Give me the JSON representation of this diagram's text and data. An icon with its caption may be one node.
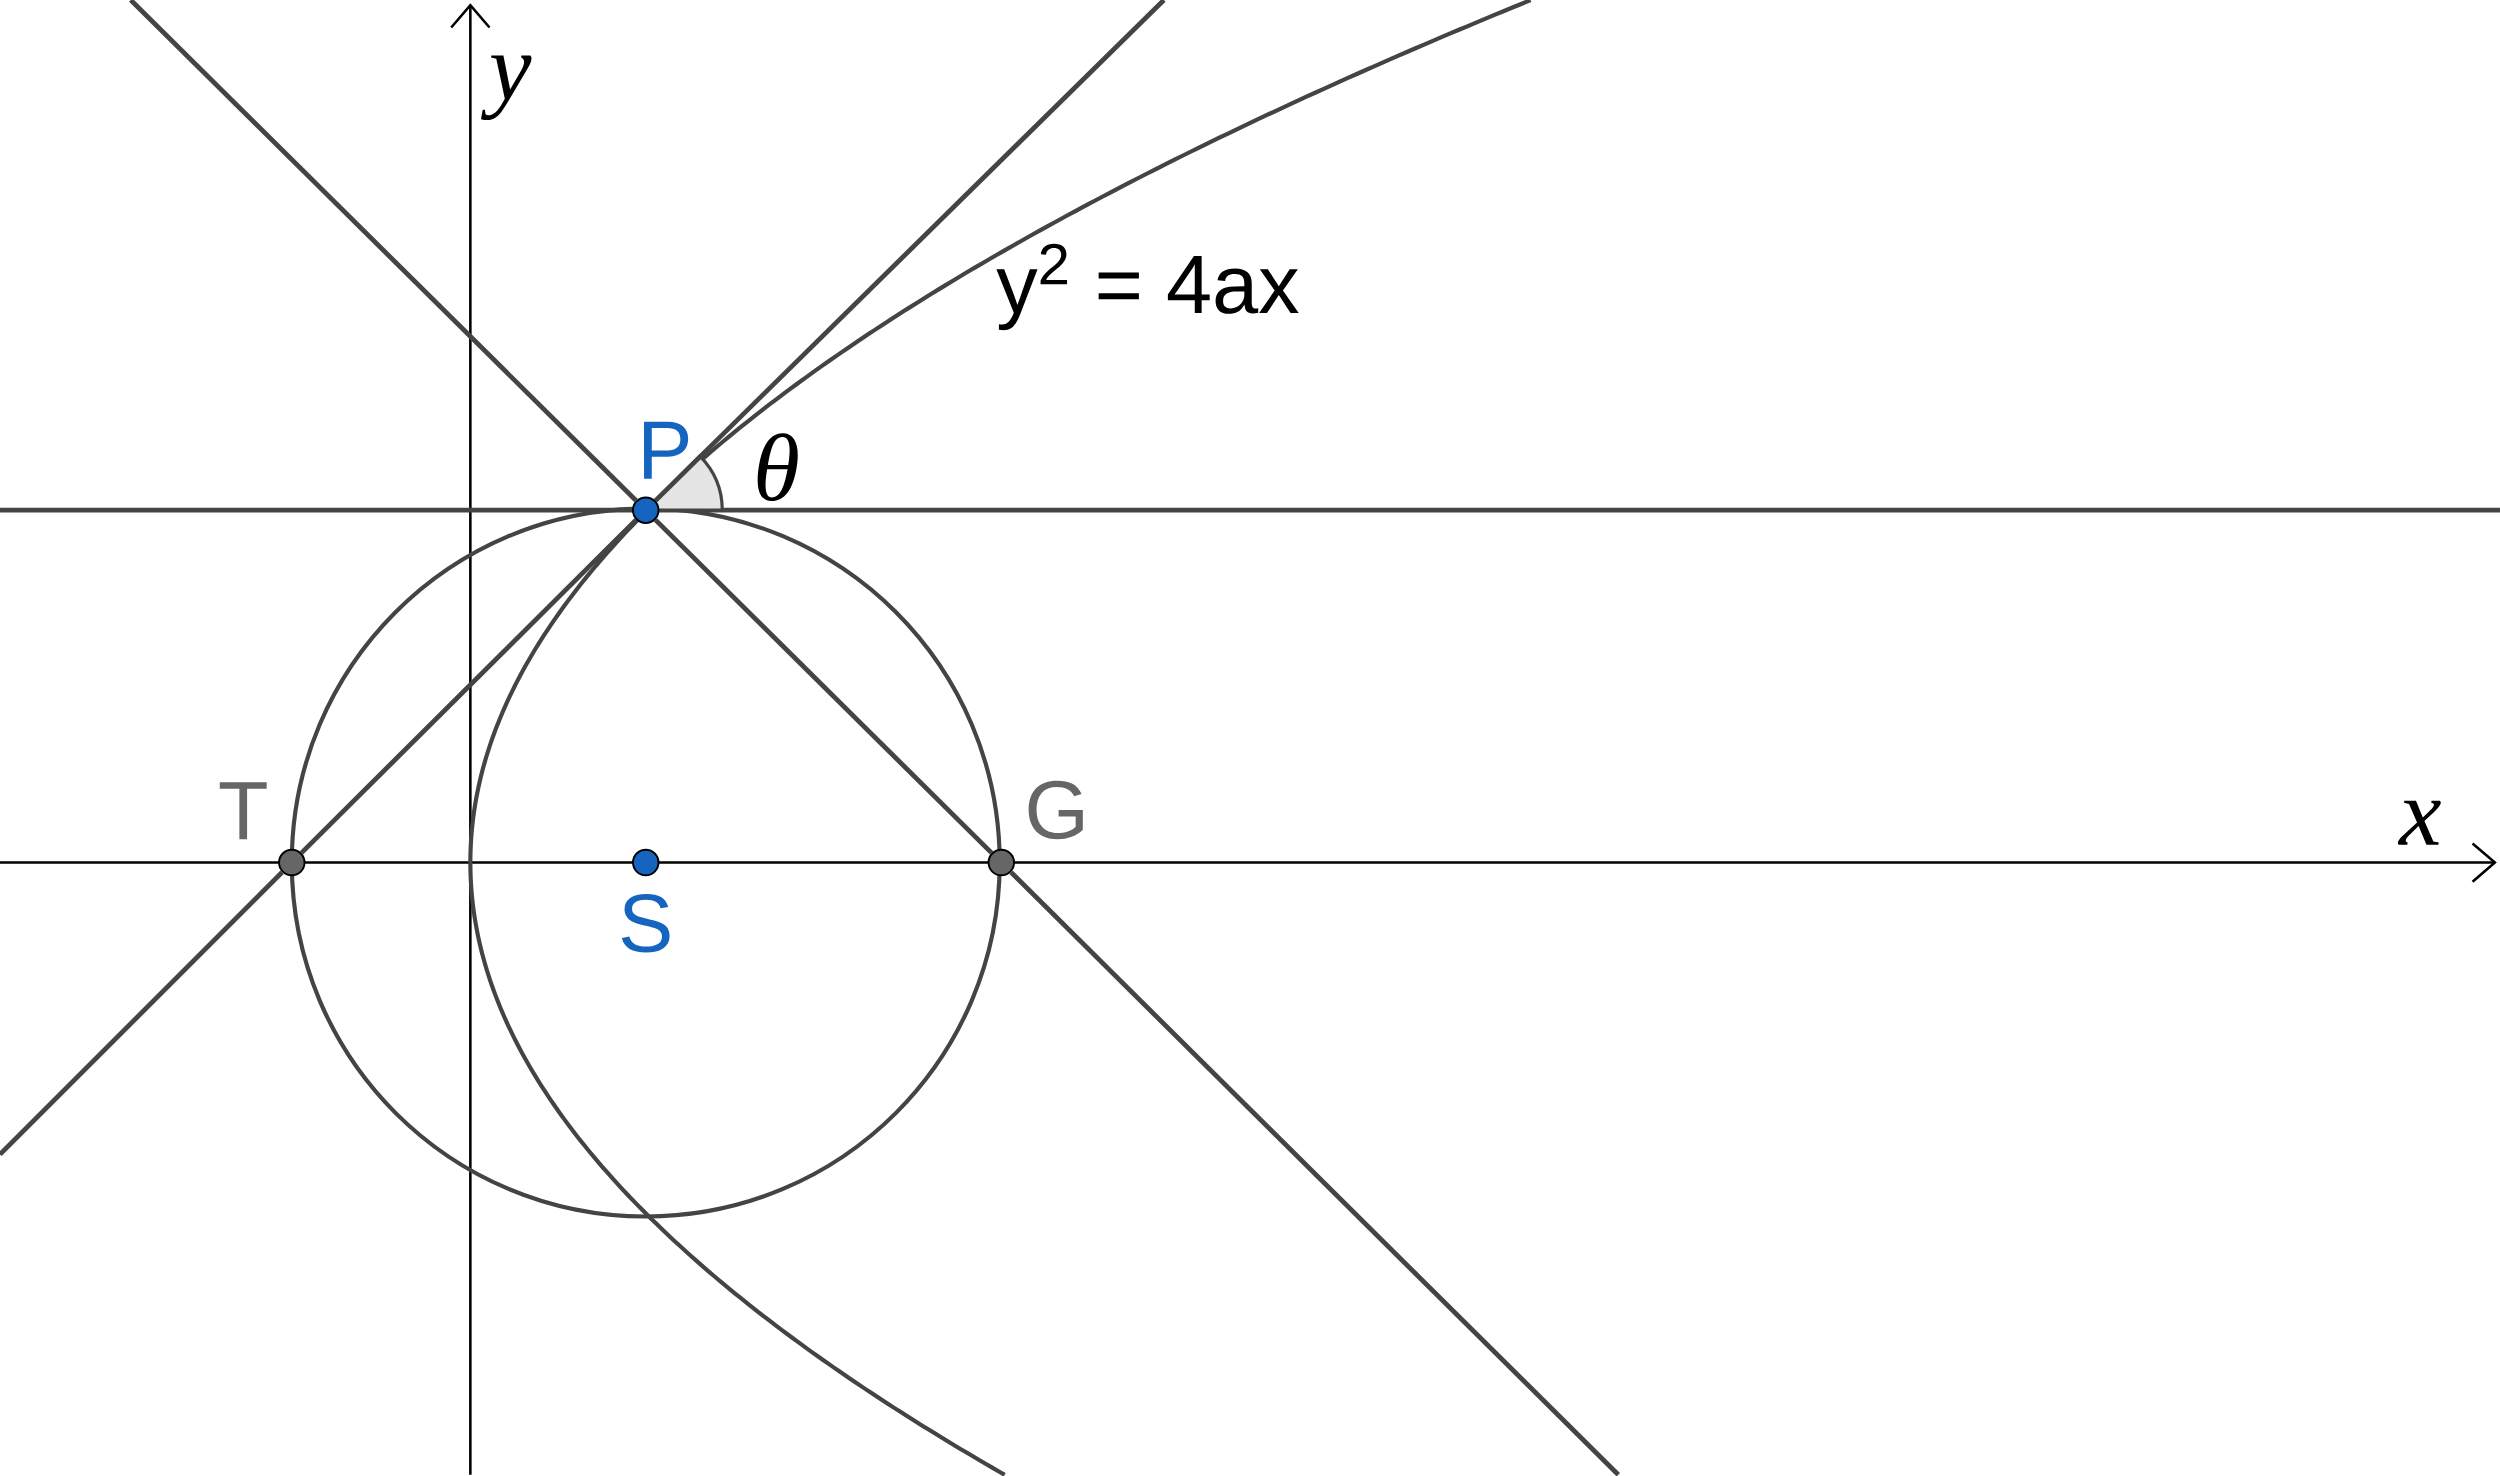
{
  "diagram": {
    "nodes": [
      {
        "text": [
          "P"
        ]
      },
      {
        "text": [
          "S"
        ]
      },
      {
        "text": [
          "T"
        ]
      },
      {
        "text": [
          "G"
        ]
      }
    ],
    "edges": [
      {
        "from": 2,
        "to": 0,
        "arrow": "none"
      },
      {
        "from": 0,
        "to": 3,
        "arrow": "none"
      }
    ],
    "labels": [
      "y$^{2}$ = 4ax",
      "θ",
      "y",
      "x"
    ]
  }
}
